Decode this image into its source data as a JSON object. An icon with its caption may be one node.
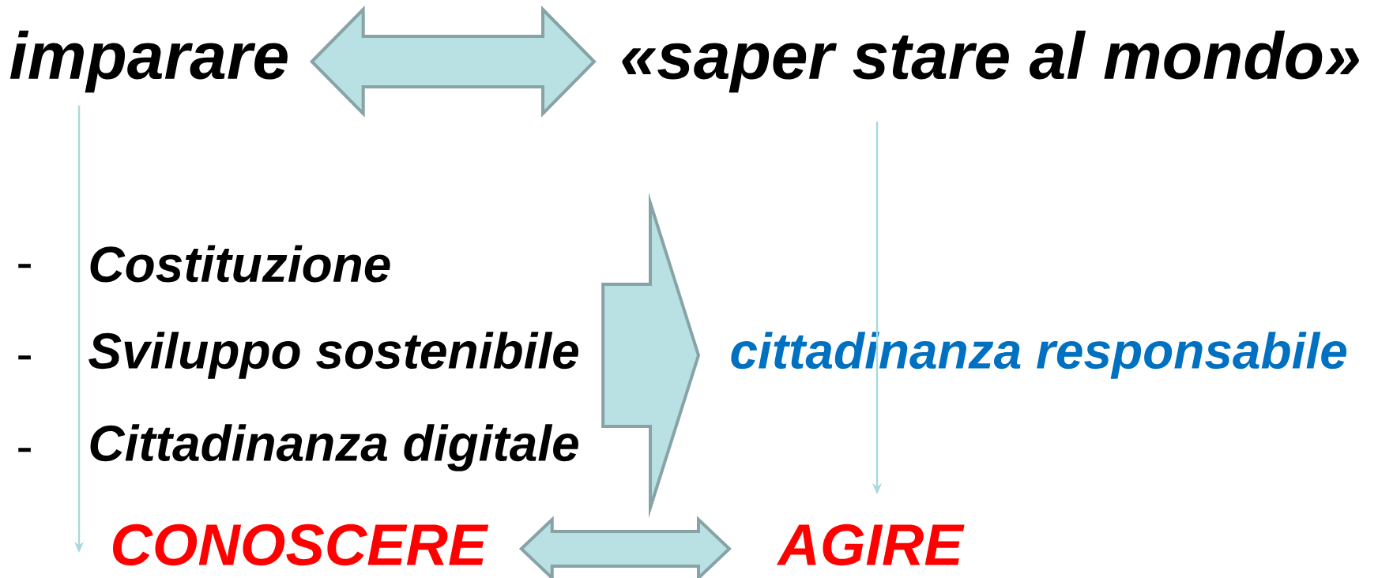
{
  "diagram": {
    "nodes": [
      {
        "text": [
          "imparare"
        ]
      },
      {
        "text": [
          "«saper stare al mondo»"
        ]
      },
      {
        "text": [
          "Costituzione"
        ]
      },
      {
        "text": [
          "Sviluppo sostenibile"
        ]
      },
      {
        "text": [
          "Cittadinanza digitale"
        ]
      },
      {
        "text": [
          "cittadinanza responsabile"
        ]
      },
      {
        "text": [
          "CONOSCERE"
        ]
      },
      {
        "text": [
          "AGIRE"
        ]
      }
    ],
    "edges": [
      {
        "from": 0,
        "to": 1,
        "arrow": "both",
        "style": "thick"
      },
      {
        "from": 0,
        "to": 6,
        "arrow": "to",
        "color": "#a9d8dc"
      },
      {
        "from": 1,
        "to": 7,
        "arrow": "to",
        "color": "#a9d8dc"
      },
      {
        "from": 3,
        "to": 5,
        "arrow": "to",
        "style": "thick"
      },
      {
        "from": 6,
        "to": 7,
        "arrow": "both",
        "style": "thick"
      }
    ],
    "labels": [
      "-",
      "-",
      "-"
    ]
  }
}
